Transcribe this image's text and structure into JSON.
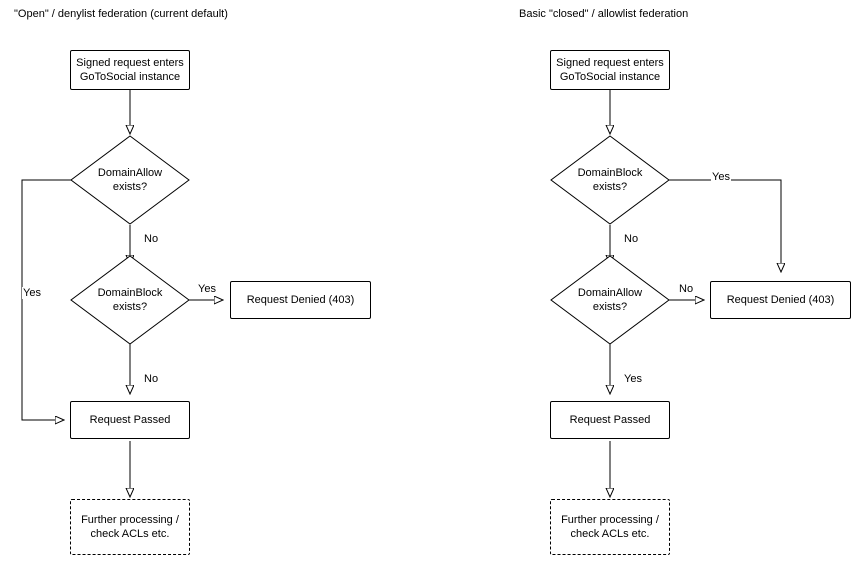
{
  "diagram": {
    "type": "flowchart",
    "panels": [
      {
        "title": "\"Open\" / denylist federation (current default)",
        "nodes": {
          "entry": "Signed request enters\nGoToSocial instance",
          "first_decision": "DomainAllow\nexists?",
          "second_decision": "DomainBlock\nexists?",
          "denied": "Request Denied (403)",
          "passed": "Request Passed",
          "further": "Further processing /\ncheck ACLs etc."
        },
        "edge_labels": {
          "first_no": "No",
          "first_yes": "Yes",
          "second_yes": "Yes",
          "second_no": "No"
        }
      },
      {
        "title": "Basic \"closed\" / allowlist federation",
        "nodes": {
          "entry": "Signed request enters\nGoToSocial instance",
          "first_decision": "DomainBlock\nexists?",
          "second_decision": "DomainAllow\nexists?",
          "denied": "Request Denied (403)",
          "passed": "Request Passed",
          "further": "Further processing /\ncheck ACLs etc."
        },
        "edge_labels": {
          "first_yes": "Yes",
          "first_no": "No",
          "second_no": "No",
          "second_yes": "Yes"
        }
      }
    ],
    "colors": {
      "stroke": "#000000",
      "background": "#ffffff",
      "text": "#000000"
    }
  }
}
